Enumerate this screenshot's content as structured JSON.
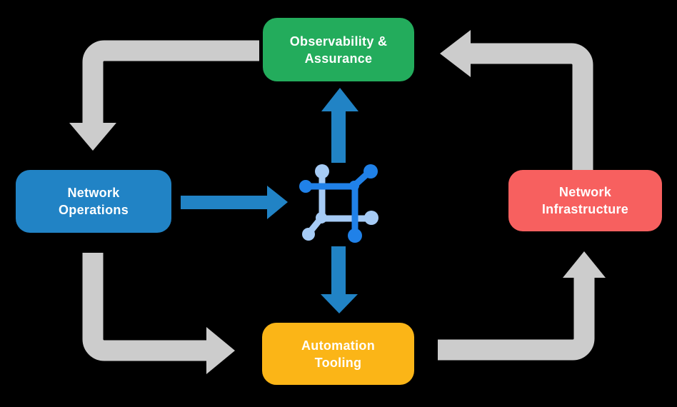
{
  "colors": {
    "background": "#000000",
    "node-green": "#23AC5C",
    "node-blue": "#2183C5",
    "node-red": "#F7605F",
    "node-yellow": "#FBB517",
    "arrow-gray": "#CCCCCC",
    "arrow-blue": "#2183C5",
    "icon-dark-blue": "#2081E8",
    "icon-light-blue": "#A6CBF5",
    "text": "#FFFFFF"
  },
  "nodes": {
    "observability": {
      "line1": "Observability &",
      "line2": "Assurance"
    },
    "operations": {
      "line1": "Network",
      "line2": "Operations"
    },
    "infrastructure": {
      "line1": "Network",
      "line2": "Infrastructure"
    },
    "automation": {
      "line1": "Automation",
      "line2": "Tooling"
    }
  },
  "icon": {
    "name": "network-mesh-icon"
  },
  "flows": {
    "outer_cycle": [
      {
        "from": "observability",
        "to": "operations"
      },
      {
        "from": "operations",
        "to": "automation"
      },
      {
        "from": "automation",
        "to": "infrastructure"
      },
      {
        "from": "infrastructure",
        "to": "observability"
      }
    ],
    "center_flows": [
      {
        "from": "operations",
        "to": "center-icon"
      },
      {
        "from": "center-icon",
        "to": "observability"
      },
      {
        "from": "center-icon",
        "to": "automation"
      }
    ]
  }
}
